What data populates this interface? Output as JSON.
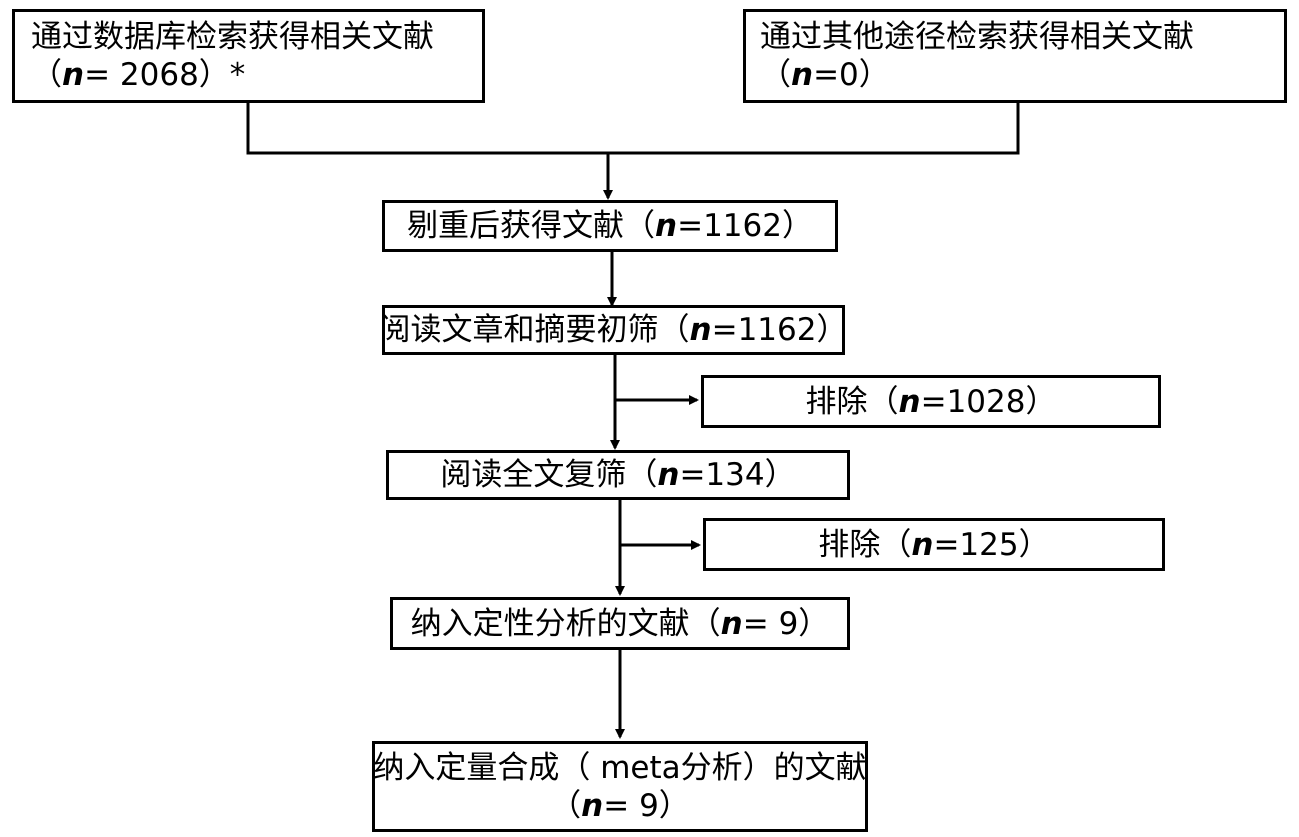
{
  "boxes": {
    "database_search": {
      "line1": "通过数据库检索获得相关文献",
      "open": "（",
      "n_var": "n",
      "n_value": "= 2068）*"
    },
    "other_search": {
      "line1": "通过其他途径检索获得相关文献",
      "open": "（",
      "n_var": "n",
      "n_value": "=0）"
    },
    "after_dedup": {
      "prefix": "剔重后获得文献（",
      "n_var": "n",
      "n_value": "=1162）"
    },
    "title_abstract_screen": {
      "prefix": "阅读文章和摘要初筛（",
      "n_var": "n",
      "n_value": "=1162）"
    },
    "excluded_1": {
      "prefix": "排除（",
      "n_var": "n",
      "n_value": "=1028）"
    },
    "fulltext_screen": {
      "prefix": "阅读全文复筛（",
      "n_var": "n",
      "n_value": "=134）"
    },
    "excluded_2": {
      "prefix": "排除（",
      "n_var": "n",
      "n_value": "=125）"
    },
    "qualitative": {
      "prefix": "纳入定性分析的文献（",
      "n_var": "n",
      "n_value": "= 9）"
    },
    "quantitative": {
      "line1": "纳入定量合成（ meta分析）的文献",
      "open": "（",
      "n_var": "n",
      "n_value": "= 9）"
    }
  }
}
